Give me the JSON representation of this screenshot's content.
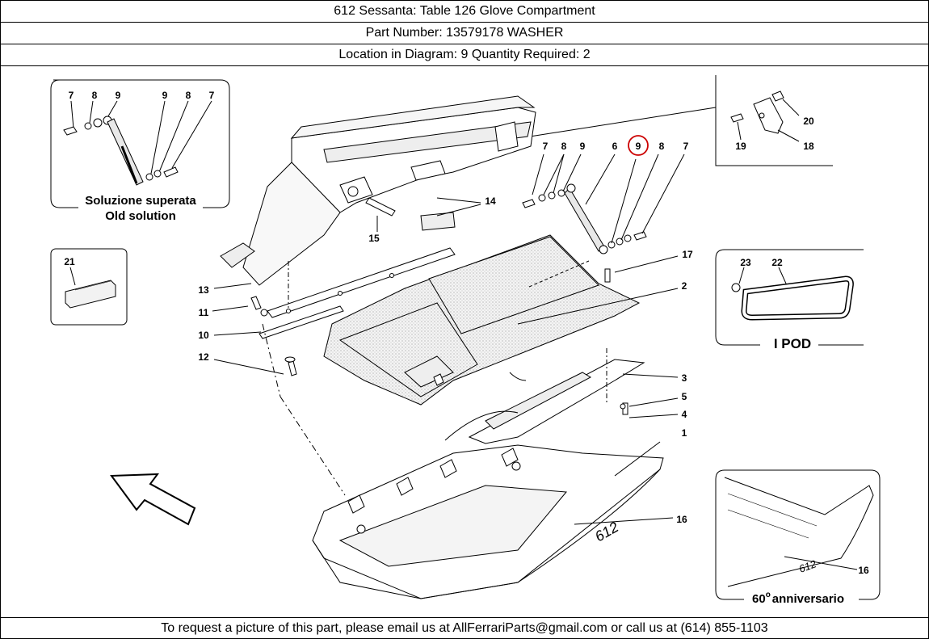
{
  "header": {
    "title_line": "612 Sessanta:   Table 126 Glove Compartment",
    "part_line": "Part Number: 13579178   WASHER",
    "location_line": "Location in Diagram: 9   Quantity Required: 2"
  },
  "footer": {
    "request_text": "To request a picture of this part, please email us at AllFerrariParts@gmail.com or call us at (614) 855-1103"
  },
  "diagram": {
    "highlight_color": "#cc0000",
    "highlighted_callout": "9",
    "inset_old": {
      "title_line1": "Soluzione superata",
      "title_line2": "Old solution",
      "callouts": [
        "7",
        "8",
        "9",
        "9",
        "8",
        "7"
      ]
    },
    "inset_21": {
      "callout": "21"
    },
    "inset_ipod": {
      "title": "I POD",
      "callouts": [
        "23",
        "22"
      ]
    },
    "inset_anniversary": {
      "title_main": "60",
      "title_sup": "o",
      "title_rest": "anniversario",
      "callout": "16"
    },
    "inset_top_right": {
      "callouts": [
        "20",
        "19",
        "18"
      ]
    },
    "main_callouts": {
      "c7a": "7",
      "c8a": "8",
      "c9a": "9",
      "c6": "6",
      "c9b": "9",
      "c8b": "8",
      "c7b": "7",
      "c14": "14",
      "c15": "15",
      "c17": "17",
      "c2": "2",
      "c13": "13",
      "c11": "11",
      "c10": "10",
      "c12": "12",
      "c3": "3",
      "c5": "5",
      "c4": "4",
      "c1": "1",
      "c16": "16"
    }
  }
}
